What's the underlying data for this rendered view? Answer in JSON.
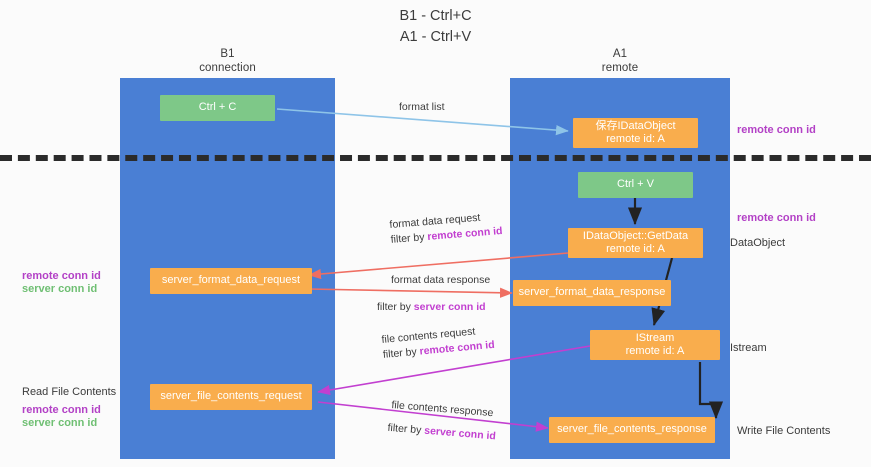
{
  "title": {
    "line1": "B1 - Ctrl+C",
    "line2": "A1 - Ctrl+V"
  },
  "columns": [
    {
      "name": "B1",
      "sub": "connection"
    },
    {
      "name": "A1",
      "sub": "remote"
    }
  ],
  "colors": {
    "lane": "#4a7fd4",
    "green_box": "#7ec888",
    "orange_box": "#f9ad4d",
    "purple_text": "#b341c6",
    "green_text": "#6fbf73",
    "arrow_blue": "#8ec4e8",
    "arrow_red": "#ef6e62",
    "arrow_magenta": "#c23fd0",
    "arrow_black": "#222222",
    "divider": "#2b2b2b"
  },
  "boxes": {
    "ctrl_c": {
      "line1": "Ctrl + C"
    },
    "ctrl_v": {
      "line1": "Ctrl + V"
    },
    "save_dataobject": {
      "line1": "保存IDataObject",
      "line2": "remote id: A"
    },
    "getdata": {
      "line1": "IDataObject::GetData",
      "line2": "remote id: A"
    },
    "istream": {
      "line1": "IStream",
      "line2": "remote id: A"
    },
    "server_format_data_request": {
      "line1": "server_format_data_request"
    },
    "server_format_data_response": {
      "line1": "server_format_data_response"
    },
    "server_file_contents_request": {
      "line1": "server_file_contents_request"
    },
    "server_file_contents_response": {
      "line1": "server_file_contents_response"
    }
  },
  "edge_labels": {
    "format_list": "format list",
    "format_data_request": "format data request",
    "format_data_request_filter_prefix": "filter by ",
    "format_data_request_filter_key": "remote conn id",
    "format_data_response": "format data response",
    "format_data_response_filter_prefix": "filter by ",
    "format_data_response_filter_key": "server conn id",
    "file_contents_request": "file contents request",
    "file_contents_request_filter_prefix": "filter by ",
    "file_contents_request_filter_key": "remote conn id",
    "file_contents_response": "file contents response",
    "file_contents_response_filter_prefix": "filter by ",
    "file_contents_response_filter_key": "server conn id"
  },
  "side_labels": {
    "right_remote_conn_id_top": "remote conn id",
    "right_remote_conn_id_mid": "remote conn id",
    "right_dataobject": "DataObject",
    "right_istream": "Istream",
    "right_write_file_contents": "Write File Contents",
    "left_remote_conn_id": "remote conn id",
    "left_server_conn_id": "server conn id",
    "left_read_file_contents": "Read File Contents",
    "left_remote_conn_id_2": "remote conn id",
    "left_server_conn_id_2": "server conn id"
  }
}
